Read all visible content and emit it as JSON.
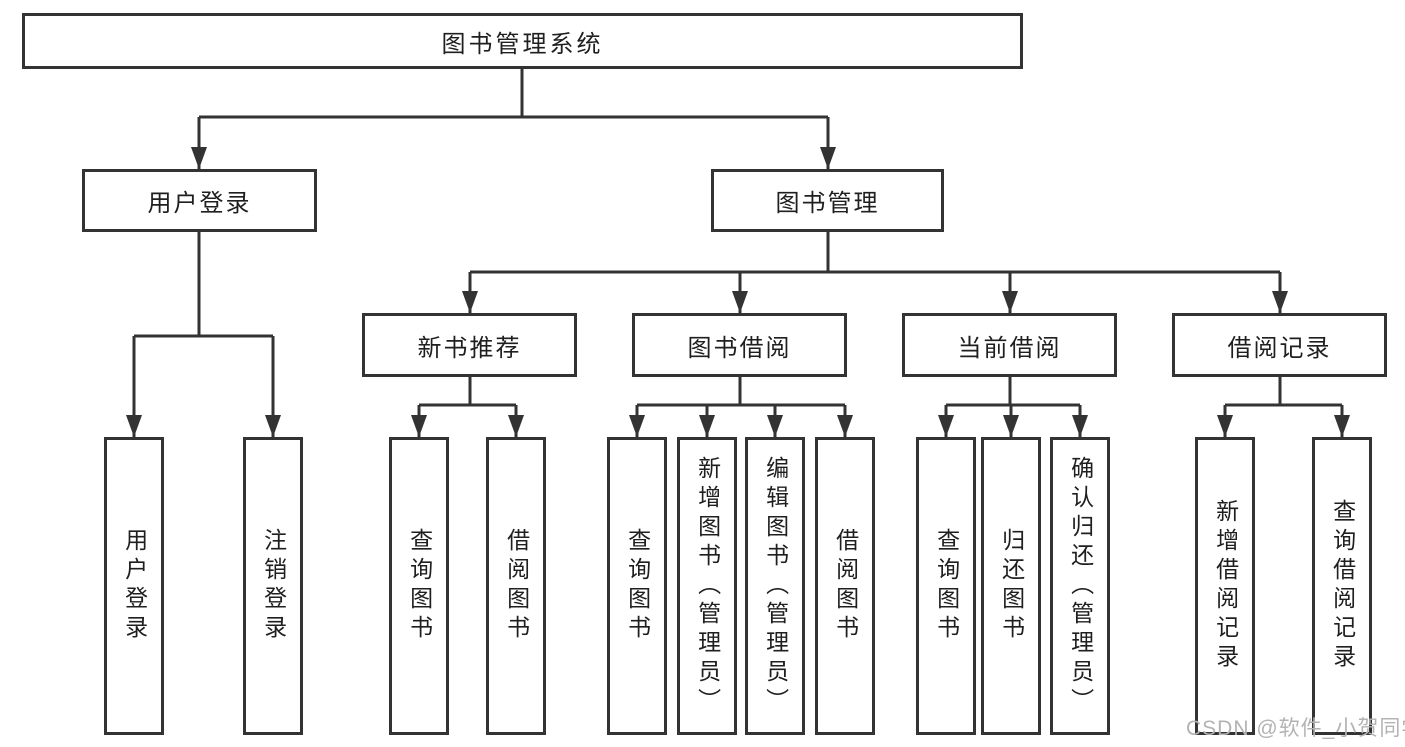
{
  "diagram": {
    "title": "图书管理系统",
    "branches": [
      {
        "label": "用户登录",
        "leaves": [
          "用户登录",
          "注销登录"
        ]
      },
      {
        "label": "图书管理",
        "groups": [
          {
            "label": "新书推荐",
            "leaves": [
              "查询图书",
              "借阅图书"
            ]
          },
          {
            "label": "图书借阅",
            "leaves": [
              "查询图书",
              "新增图书（管理员）",
              "编辑图书（管理员）",
              "借阅图书"
            ]
          },
          {
            "label": "当前借阅",
            "leaves": [
              "查询图书",
              "归还图书",
              "确认归还（管理员）"
            ]
          },
          {
            "label": "借阅记录",
            "leaves": [
              "新增借阅记录",
              "查询借阅记录"
            ]
          }
        ]
      }
    ]
  },
  "watermark": "CSDN @软件_小贺同学",
  "colors": {
    "line": "#333333",
    "text": "#1f1f1f",
    "watermark": "#b3b3b3",
    "background": "#ffffff"
  }
}
